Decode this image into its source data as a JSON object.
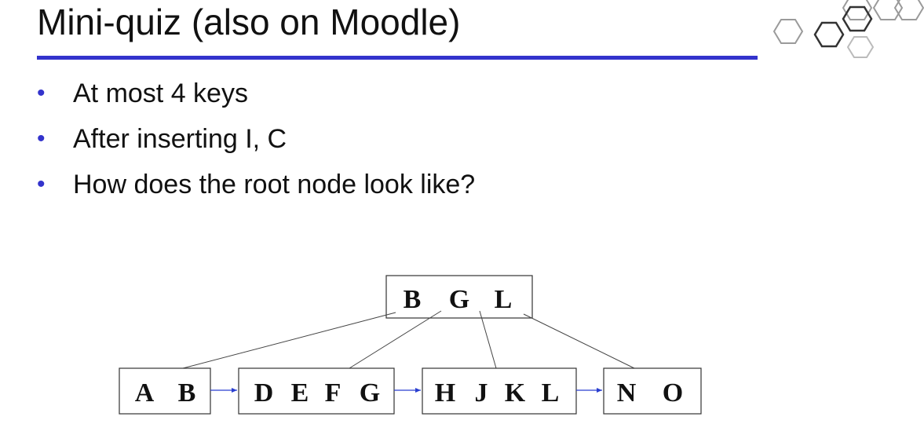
{
  "slide": {
    "title": "Mini-quiz (also on Moodle)",
    "accent_color": "#3333cc"
  },
  "bullets": [
    "At most 4 keys",
    "After inserting I, C",
    "How does the root node look like?"
  ],
  "bplus_tree": {
    "root": {
      "keys": [
        "B",
        "G",
        "L"
      ]
    },
    "leaves": [
      {
        "keys": [
          "A",
          "B"
        ]
      },
      {
        "keys": [
          "D",
          "E",
          "F",
          "G"
        ]
      },
      {
        "keys": [
          "H",
          "J",
          "K",
          "L"
        ]
      },
      {
        "keys": [
          "N",
          "O"
        ]
      }
    ],
    "leaf_link_color": "#2a3fd0"
  },
  "logo_icon": "hexagon-cluster-icon"
}
